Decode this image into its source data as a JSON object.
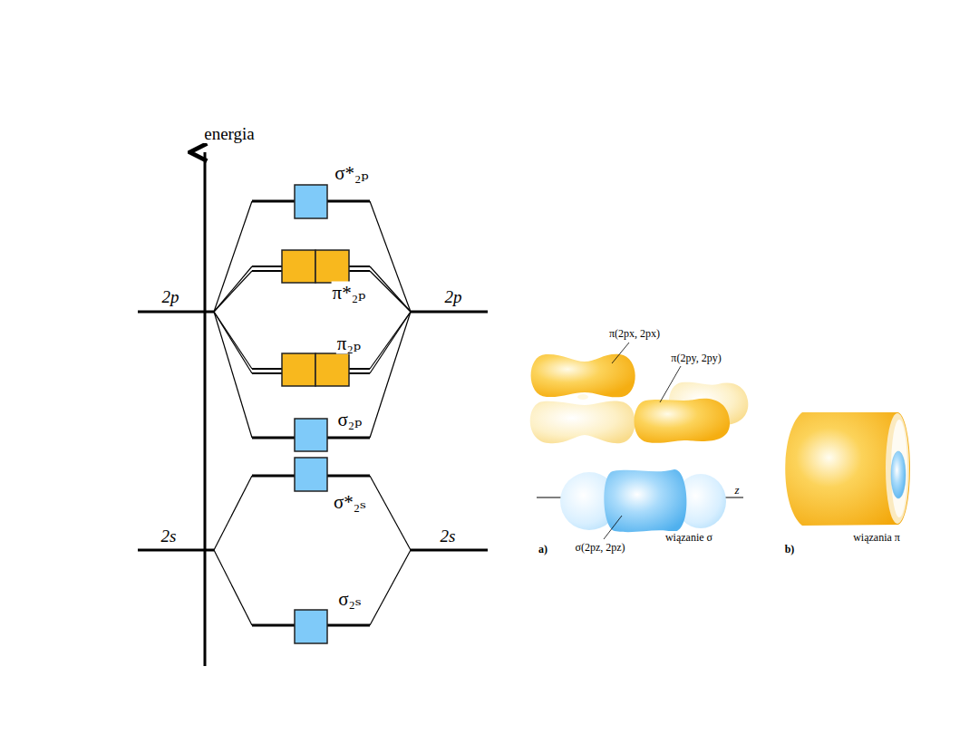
{
  "diagram": {
    "labels": [
      "energia",
      "σ*₂ₚ",
      "π*₂ₚ",
      "2p",
      "2p",
      "π₂ₚ",
      "σ₂ₚ",
      "σ*₂ₛ",
      "2s",
      "2s",
      "σ₂ₛ",
      "π(2px, 2px)",
      "π(2py, 2py)",
      "z",
      "σ(2pz, 2pz)",
      "wiązanie σ",
      "a)",
      "b)",
      "wiązania π"
    ]
  }
}
